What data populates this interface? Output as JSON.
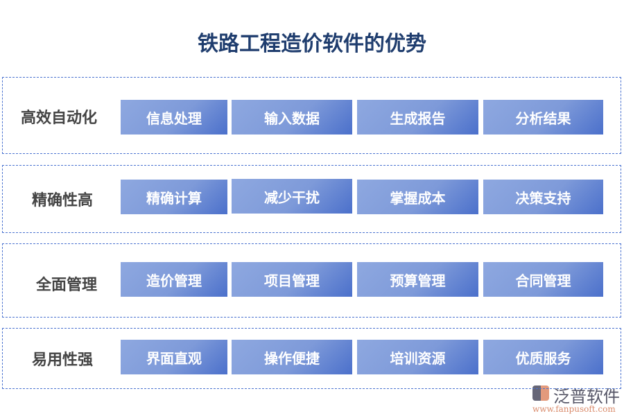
{
  "title": "铁路工程造价软件的优势",
  "sections": [
    {
      "label": "高效自动化",
      "items": [
        "信息处理",
        "输入数据",
        "生成报告",
        "分析结果"
      ]
    },
    {
      "label": "精确性高",
      "items": [
        "精确计算",
        "减少干扰",
        "掌握成本",
        "决策支持"
      ]
    },
    {
      "label": "全面管理",
      "items": [
        "造价管理",
        "项目管理",
        "预算管理",
        "合同管理"
      ]
    },
    {
      "label": "易用性强",
      "items": [
        "界面直观",
        "操作便捷",
        "培训资源",
        "优质服务"
      ]
    }
  ],
  "logo": {
    "name": "泛普软件",
    "url": "www.fanpusoft.com"
  },
  "colors": {
    "title": "#1f3d6e",
    "border": "#4a72d0",
    "box_start": "#8ea8e0",
    "box_end": "#4b70cb"
  }
}
